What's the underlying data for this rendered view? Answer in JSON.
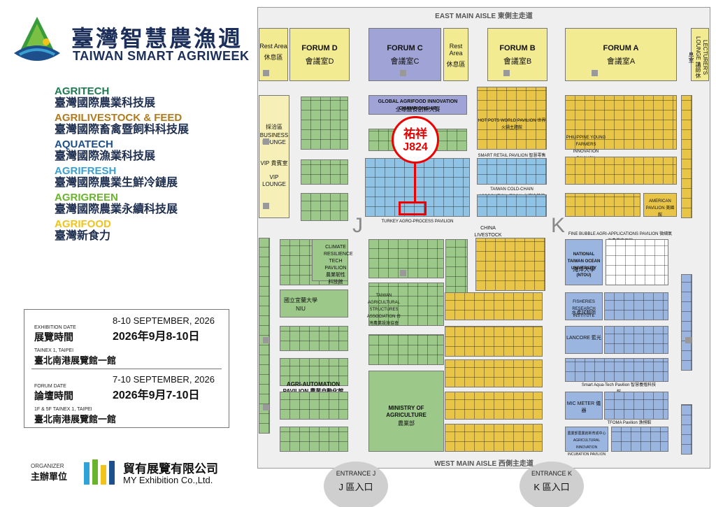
{
  "brand": {
    "title_zh": "臺灣智慧農漁週",
    "title_en": "TAIWAN SMART AGRIWEEK"
  },
  "exhibitions": [
    {
      "en": "AGRITECH",
      "zh": "臺灣國際農業科技展",
      "color": "#1d7a52"
    },
    {
      "en": "AGRILIVESTOCK & FEED",
      "zh": "臺灣國際畜禽暨飼料科技展",
      "color": "#b07a1e"
    },
    {
      "en": "AQUATECH",
      "zh": "臺灣國際漁業科技展",
      "color": "#1c4f8c"
    },
    {
      "en": "AGRIFRESH",
      "zh": "臺灣國際農業生鮮冷鏈展",
      "color": "#3b9fd1"
    },
    {
      "en": "AGRIGREEN",
      "zh": "臺灣國際農業永續科技展",
      "color": "#6ab42d"
    },
    {
      "en": "AGRIFOOD",
      "zh": "臺灣新食力",
      "color": "#f0c419"
    }
  ],
  "dates": {
    "exhibition": {
      "label_en": "EXHIBITION DATE",
      "label_zh": "展覽時間",
      "value_en": "8-10 SEPTEMBER, 2026",
      "value_zh": "2026年9月8-10日",
      "venue_en": "TAINEX 1, TAIPEI",
      "venue_zh": "臺北南港展覽館一館"
    },
    "forum": {
      "label_en": "FORUM DATE",
      "label_zh": "論壇時間",
      "value_en": "7-10 SEPTEMBER, 2026",
      "value_zh": "2026年9月7-10日",
      "venue_en": "1F & 5F TAINEX 1, TAIPEI",
      "venue_zh": "臺北南港展覽館一館"
    }
  },
  "organizer": {
    "label_en": "ORGANIZER",
    "label_zh": "主辦單位",
    "name_zh": "貿有展覽有限公司",
    "name_en": "MY Exhibition Co.,Ltd."
  },
  "map": {
    "aisle_top": "EAST MAIN AISLE 東側主走道",
    "aisle_bottom": "WEST MAIN AISLE 西側主走道",
    "zone_j": "J",
    "zone_k": "K",
    "forums": [
      {
        "en": "FORUM D",
        "zh": "會議室D"
      },
      {
        "en": "FORUM C",
        "zh": "會議室C"
      },
      {
        "en": "FORUM B",
        "zh": "會議室B"
      },
      {
        "en": "FORUM A",
        "zh": "會議室A"
      }
    ],
    "rest_area_en": "Rest Area",
    "rest_area_zh": "休息區",
    "lounge_zh": "採洽區",
    "lounge_en": "BUSINESS LOUNGE",
    "vip_zh": "VIP 貴賓室",
    "vip_en": "VIP LOUNGE",
    "lecturers_lounge": "LECTURER'S LOUNGE 講師休息室",
    "championship_en": "GLOBAL AGRIFOOD INNOVATION CHAMPIONSHIP",
    "championship_zh": "全球農食創新大賽",
    "ministry_en": "MINISTRY OF AGRICULTURE",
    "ministry_zh": "農業部",
    "ntou_en": "NATIONAL TAIWAN OCEAN UNIVERSITY (NTOU)",
    "ntou_zh": "海洋大學",
    "niu_zh": "國立宜蘭大學",
    "niu_en": "NIU",
    "fisheries_en": "FISHERIES RESEARCH INSTITUTE",
    "fisheries_zh": "水產試驗所",
    "lancore": "LANCORE 藍光",
    "mic_meter": "MIC METER 儀器",
    "smart_aqua": "Smart Aqua-Tech Pavilion 智慧養殖科技館",
    "agri_automation": "AGRI-AUTOMATION PAVILION 農業自動化館",
    "turkey": "TURKEY AGRO-PROCESS PAVILION",
    "china_livestock": "CHINA LIVESTOCK PAVILION",
    "smart_retail": "SMART RETAIL PAVILION 智慧零售主題館",
    "cold_chain": "TAIWAN COLD-CHAIN ASSOCIATION (TCCA) 台灣冷鏈協會",
    "hot_pots": "HOT POTS WORLD PAVILION 世界火鍋主題館",
    "philippine": "PHILIPPINE YOUNG FARMERS INNOVATION PAVILION",
    "american": "AMERICAN PAVILION 美國館",
    "fine_bubble": "FINE BUBBLE AGRI-APPLICATIONS PAVILION 微細氣泡農業應用館",
    "tfoma": "TFOMA Pavilion 漁撈館",
    "agri_innovation": "農業部農業創新育成中心 AGRICULTURAL INNOVATION INCUBATION PAVILION",
    "structures": "TAIWAN AGRICULTURAL STRUCTURES ASSOCIATION 台灣農業設施協會",
    "climate": "CLIMATE RESILIENCE TECH PAVILION 農業韌性科技館",
    "entrance_j_en": "ENTRANCE J",
    "entrance_j_zh": "J 區入口",
    "entrance_k_en": "ENTRANCE K",
    "entrance_k_zh": "K 區入口",
    "highlight_zh": "祐祥",
    "highlight_booth": "J824"
  }
}
